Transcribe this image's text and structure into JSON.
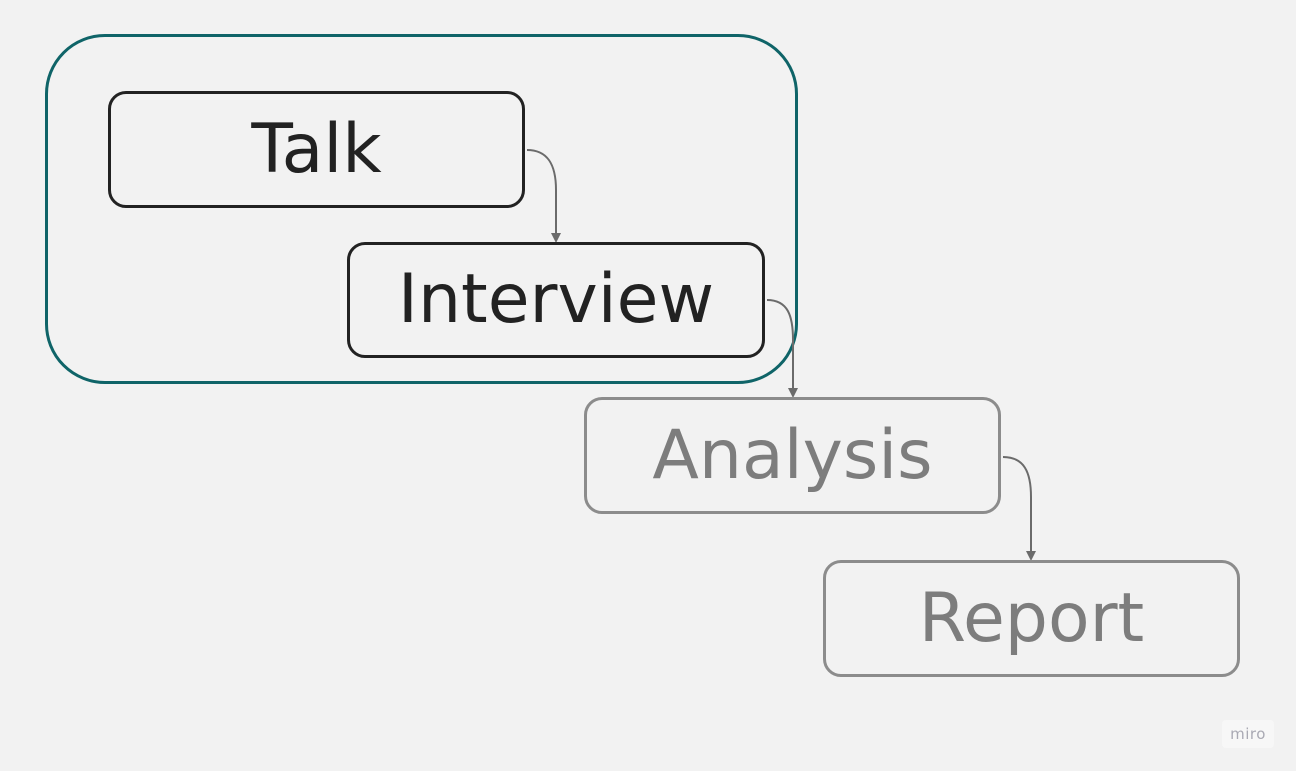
{
  "diagram": {
    "steps": [
      {
        "id": "talk",
        "label": "Talk",
        "state": "active"
      },
      {
        "id": "interview",
        "label": "Interview",
        "state": "active"
      },
      {
        "id": "analysis",
        "label": "Analysis",
        "state": "inactive"
      },
      {
        "id": "report",
        "label": "Report",
        "state": "inactive"
      }
    ],
    "group": {
      "members": [
        "talk",
        "interview"
      ]
    },
    "connections": [
      {
        "from": "talk",
        "to": "interview"
      },
      {
        "from": "interview",
        "to": "analysis"
      },
      {
        "from": "analysis",
        "to": "report"
      }
    ]
  },
  "colors": {
    "background": "#f2f2f2",
    "group_border": "#0f6468",
    "active_border": "#222222",
    "inactive_border": "#8c8c8c",
    "connector": "#6b6b6b"
  },
  "watermark": {
    "label": "miro"
  }
}
